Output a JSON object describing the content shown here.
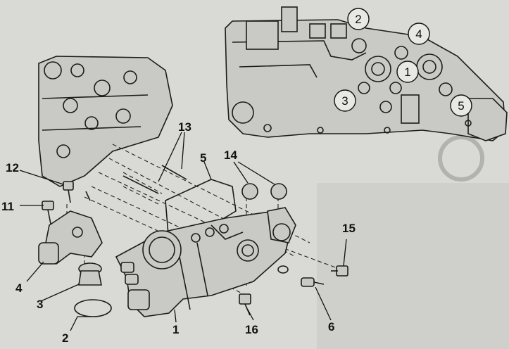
{
  "callouts": [
    {
      "id": "c1",
      "text": "1"
    },
    {
      "id": "c2",
      "text": "2"
    },
    {
      "id": "c3",
      "text": "3"
    },
    {
      "id": "c4",
      "text": "4"
    },
    {
      "id": "c5",
      "text": "5"
    }
  ],
  "labels": [
    {
      "id": "p1",
      "text": "1"
    },
    {
      "id": "p2",
      "text": "2"
    },
    {
      "id": "p3",
      "text": "3"
    },
    {
      "id": "p4",
      "text": "4"
    },
    {
      "id": "p5",
      "text": "5"
    },
    {
      "id": "p6",
      "text": "6"
    },
    {
      "id": "p11",
      "text": "11"
    },
    {
      "id": "p12",
      "text": "12"
    },
    {
      "id": "p13",
      "text": "13"
    },
    {
      "id": "p14",
      "text": "14"
    },
    {
      "id": "p15",
      "text": "15"
    },
    {
      "id": "p16",
      "text": "16"
    }
  ]
}
